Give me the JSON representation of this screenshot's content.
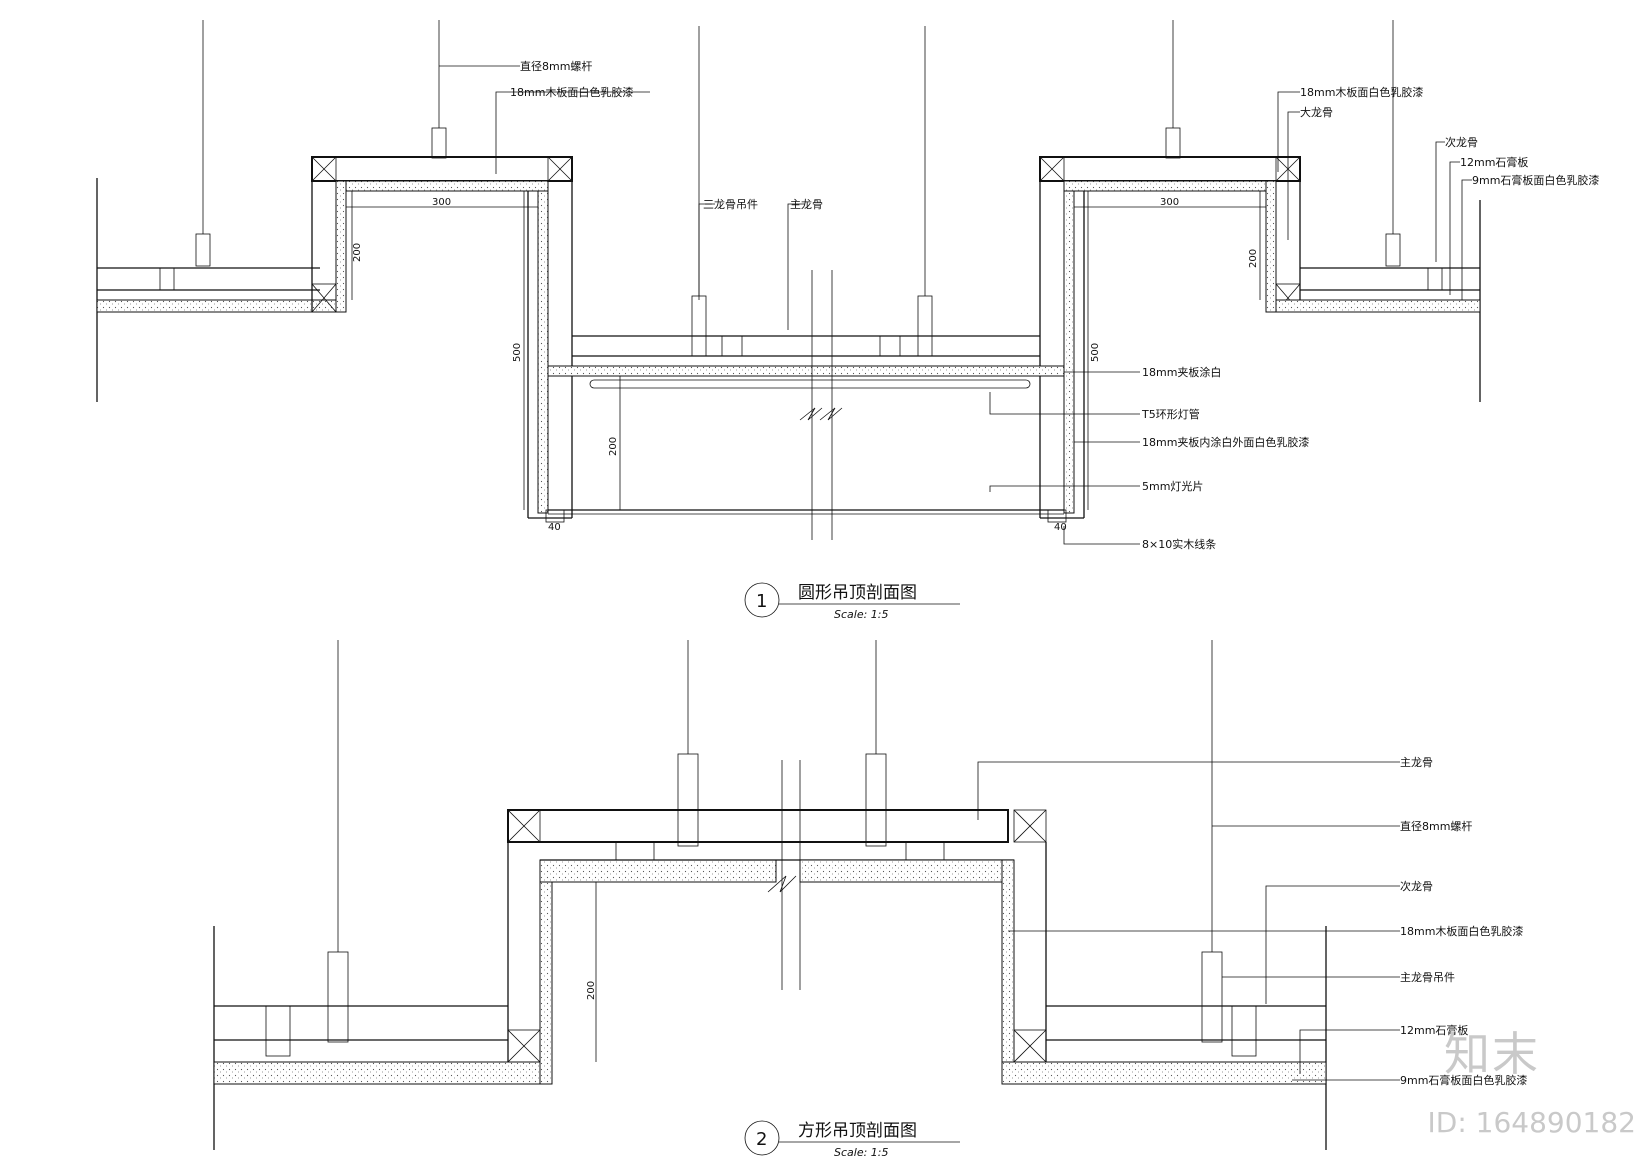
{
  "section1": {
    "number": "1",
    "title": "圆形吊顶剖面图",
    "scale": "Scale:  1:5",
    "callouts": {
      "bolt": "直径8mm螺杆",
      "board_left": "18mm木板面白色乳胶漆",
      "hanger": "三龙骨吊件",
      "main_keel": "主龙骨",
      "board_right": "18mm木板面白色乳胶漆",
      "big_keel": "大龙骨",
      "sub_keel": "次龙骨",
      "gypsum": "12mm石膏板",
      "gypsum_paint": "9mm石膏板面白色乳胶漆",
      "plywood_white": "18mm夹板涂白",
      "lamp": "T5环形灯管",
      "plywood_inner": "18mm夹板内涂白外面白色乳胶漆",
      "light_panel": "5mm灯光片",
      "wood_strip": "8×10实木线条"
    },
    "dims": {
      "w_left": "300",
      "w_right": "300",
      "h_left": "200",
      "h_right": "200",
      "h500_left": "500",
      "h500_right": "500",
      "h200_mid": "200",
      "d40_left": "40",
      "d40_right": "40"
    }
  },
  "section2": {
    "number": "2",
    "title": "方形吊顶剖面图",
    "scale": "Scale:  1:5",
    "callouts": {
      "main_keel": "主龙骨",
      "bolt": "直径8mm螺杆",
      "sub_keel": "次龙骨",
      "board": "18mm木板面白色乳胶漆",
      "hanger": "主龙骨吊件",
      "gypsum": "12mm石膏板",
      "gypsum_paint": "9mm石膏板面白色乳胶漆"
    },
    "dims": {
      "h200": "200"
    }
  },
  "watermark": {
    "logo": "知末",
    "id": "ID: 164890182"
  }
}
